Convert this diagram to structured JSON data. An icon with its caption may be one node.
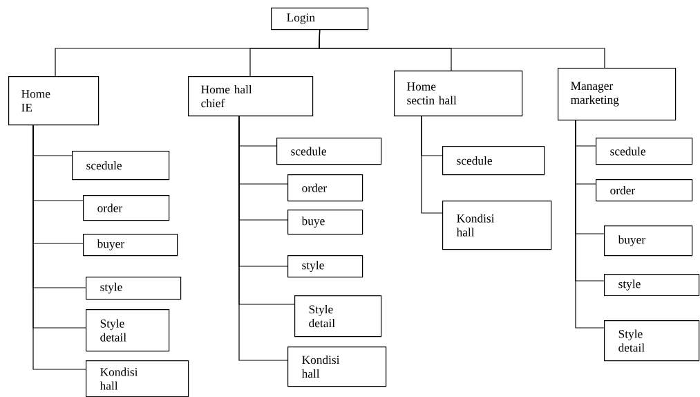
{
  "diagram": {
    "nodes": [
      {
        "text": [
          "Login"
        ]
      },
      {
        "text": [
          "Home IE"
        ]
      },
      {
        "text": [
          "Home hall chief"
        ]
      },
      {
        "text": [
          "Home sectin hall"
        ]
      },
      {
        "text": [
          "Manager marketing"
        ]
      },
      {
        "text": [
          "scedule"
        ]
      },
      {
        "text": [
          "order"
        ]
      },
      {
        "text": [
          "buyer"
        ]
      },
      {
        "text": [
          "style"
        ]
      },
      {
        "text": [
          "Style detail"
        ]
      },
      {
        "text": [
          "Kondisi hall"
        ]
      },
      {
        "text": [
          "scedule"
        ]
      },
      {
        "text": [
          "order"
        ]
      },
      {
        "text": [
          "buye"
        ]
      },
      {
        "text": [
          "style"
        ]
      },
      {
        "text": [
          "Style detail"
        ]
      },
      {
        "text": [
          "Kondisi hall"
        ]
      },
      {
        "text": [
          "scedule"
        ]
      },
      {
        "text": [
          "Kondisi hall"
        ]
      },
      {
        "text": [
          "scedule"
        ]
      },
      {
        "text": [
          "order"
        ]
      },
      {
        "text": [
          "buyer"
        ]
      },
      {
        "text": [
          "style"
        ]
      },
      {
        "text": [
          "Style detail"
        ]
      }
    ],
    "edges": [
      {
        "from": 0,
        "to": 1,
        "arrow": "none"
      },
      {
        "from": 0,
        "to": 2,
        "arrow": "none"
      },
      {
        "from": 0,
        "to": 3,
        "arrow": "none"
      },
      {
        "from": 0,
        "to": 4,
        "arrow": "none"
      },
      {
        "from": 1,
        "to": 5,
        "arrow": "none"
      },
      {
        "from": 1,
        "to": 6,
        "arrow": "none"
      },
      {
        "from": 1,
        "to": 7,
        "arrow": "none"
      },
      {
        "from": 1,
        "to": 8,
        "arrow": "none"
      },
      {
        "from": 1,
        "to": 9,
        "arrow": "none"
      },
      {
        "from": 1,
        "to": 10,
        "arrow": "none"
      },
      {
        "from": 2,
        "to": 11,
        "arrow": "none"
      },
      {
        "from": 2,
        "to": 12,
        "arrow": "none"
      },
      {
        "from": 2,
        "to": 13,
        "arrow": "none"
      },
      {
        "from": 2,
        "to": 14,
        "arrow": "none"
      },
      {
        "from": 2,
        "to": 15,
        "arrow": "none"
      },
      {
        "from": 2,
        "to": 16,
        "arrow": "none"
      },
      {
        "from": 3,
        "to": 17,
        "arrow": "none"
      },
      {
        "from": 3,
        "to": 18,
        "arrow": "none"
      },
      {
        "from": 4,
        "to": 19,
        "arrow": "none"
      },
      {
        "from": 4,
        "to": 20,
        "arrow": "none"
      },
      {
        "from": 4,
        "to": 21,
        "arrow": "none"
      },
      {
        "from": 4,
        "to": 22,
        "arrow": "none"
      },
      {
        "from": 4,
        "to": 23,
        "arrow": "none"
      }
    ]
  }
}
